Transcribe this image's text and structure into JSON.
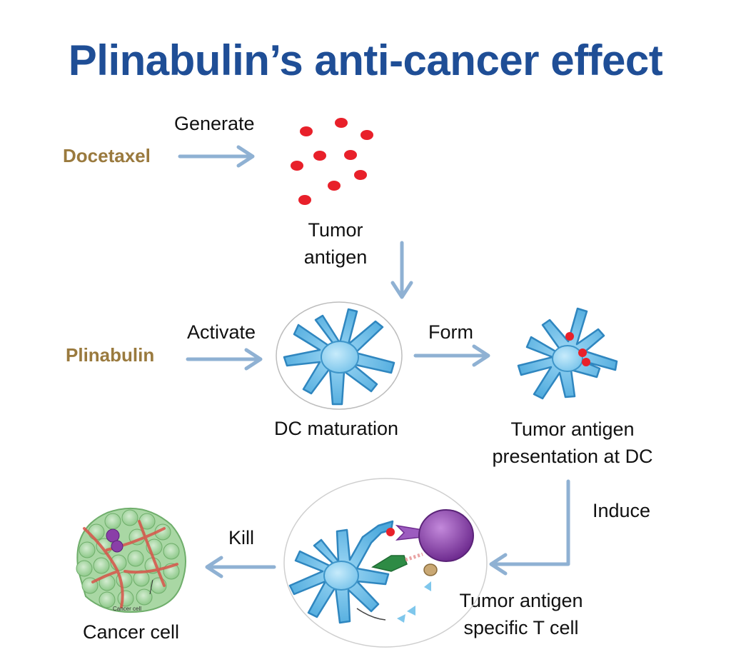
{
  "title": "Plinabulin’s anti-cancer effect",
  "drugs": {
    "docetaxel": "Docetaxel",
    "plinabulin": "Plinabulin"
  },
  "actions": {
    "generate": "Generate",
    "activate": "Activate",
    "form": "Form",
    "induce": "Induce",
    "kill": "Kill"
  },
  "nodes": {
    "tumor_antigen": [
      "Tumor",
      "antigen"
    ],
    "dc_maturation": "DC maturation",
    "antigen_presentation": [
      "Tumor antigen",
      "presentation at DC"
    ],
    "t_cell": [
      "Tumor antigen",
      "specific T cell"
    ],
    "cancer_cell": "Cancer cell"
  },
  "inset_label": "Cancer cell",
  "colors": {
    "title": "#1f4e96",
    "drug": "#9a7a3e",
    "arrow": "#8fb1d3",
    "antigen": "#e8202a",
    "dc_cell": "#5cb6e6",
    "t_cell": "#8a3fa8"
  },
  "icons": {
    "antigen": "red-dot-icon",
    "dc": "dendritic-cell-icon",
    "t_cell": "t-cell-icon",
    "tumor": "tumor-cluster-icon"
  }
}
